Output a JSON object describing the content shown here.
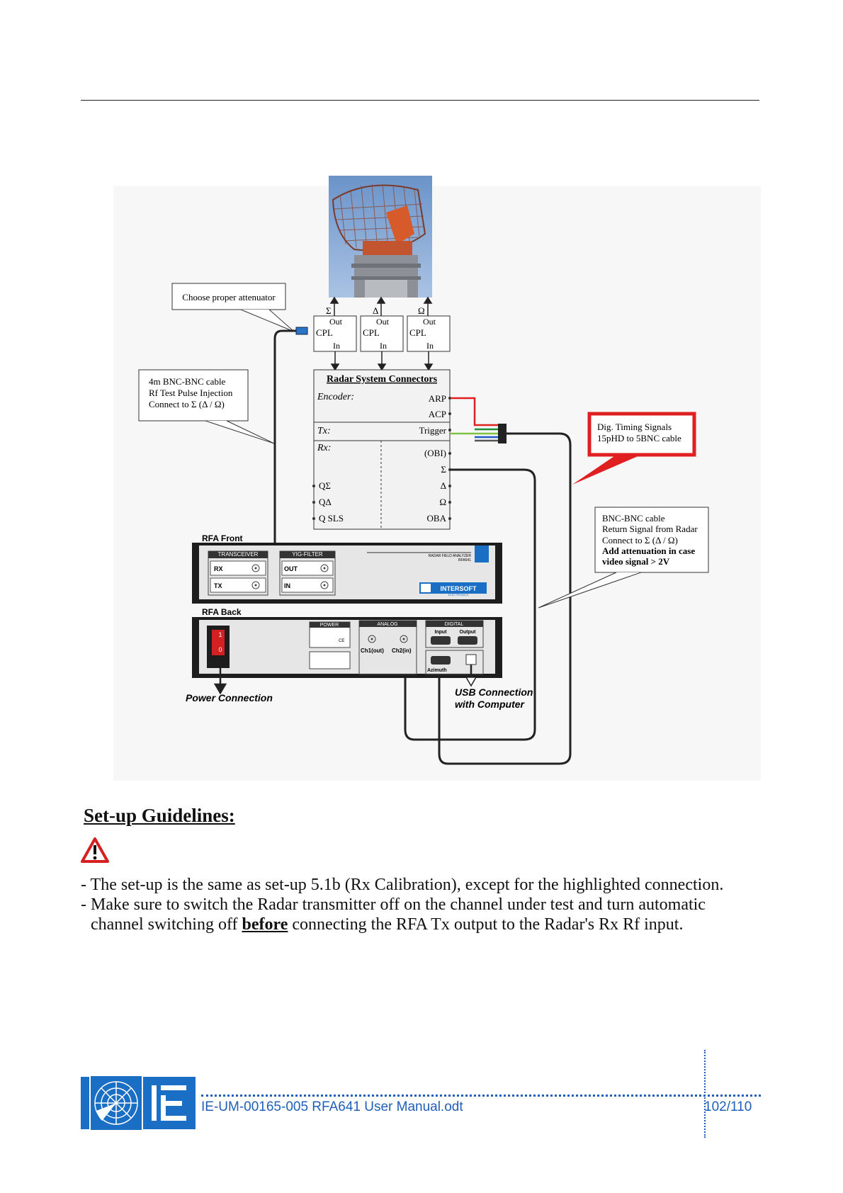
{
  "diagram": {
    "callouts": {
      "attenuator": "Choose proper attenuator",
      "bnc_cable": [
        "4m BNC-BNC cable",
        "Rf Test Pulse Injection",
        "Connect to Σ (Δ / Ω)"
      ],
      "dig_timing": [
        "Dig. Timing Signals",
        "15pHD to 5BNC cable"
      ],
      "return_signal": [
        "BNC-BNC cable",
        "Return Signal from Radar",
        "Connect to Σ (Δ / Ω)",
        "Add attenuation in case",
        "video signal > 2V"
      ]
    },
    "couplers": [
      {
        "symbol": "Σ",
        "out": "Out",
        "cpl": "CPL",
        "in": "In"
      },
      {
        "symbol": "Δ",
        "out": "Out",
        "cpl": "CPL",
        "in": "In"
      },
      {
        "symbol": "Ω",
        "out": "Out",
        "cpl": "CPL",
        "in": "In"
      }
    ],
    "radar_connectors": {
      "title": "Radar System Connectors",
      "encoder": "Encoder:",
      "arp": "ARP",
      "acp": "ACP",
      "tx": "Tx:",
      "trigger": "Trigger",
      "rx": "Rx:",
      "obi": "(OBI)",
      "sigma": "Σ",
      "delta": "Δ",
      "omega": "Ω",
      "q_sigma": "QΣ",
      "q_delta": "QΔ",
      "q_sls": "Q SLS",
      "oba": "OBA"
    },
    "rfa_front": {
      "label": "RFA Front",
      "transceiver": "TRANSCEIVER",
      "rx": "RX",
      "tx": "TX",
      "yig_filter": "YIG-FILTER",
      "out": "OUT",
      "in": "IN",
      "model": "RADAR FIELD ANALYZER",
      "model_code": "RFA641",
      "brand": "INTERSOFT",
      "brand_sub": "ELECTRONICS"
    },
    "rfa_back": {
      "label": "RFA Back",
      "power": "POWER",
      "ce": "CE",
      "analog": "ANALOG",
      "ch1": "Ch1(out)",
      "ch2": "Ch2(in)",
      "digital": "DIGITAL",
      "input": "Input",
      "output": "Output",
      "azimuth": "Azimuth",
      "switch_on": "1",
      "switch_off": "0"
    },
    "power_connection": "Power Connection",
    "usb_connection": [
      "USB Connection",
      "with Computer"
    ]
  },
  "guidelines": {
    "heading": "Set-up Guidelines:",
    "line1": "- The set-up is the same as set-up 5.1b (Rx Calibration), except for the highlighted connection.",
    "line2": "- Make sure to switch the Radar transmitter off on the channel under test and turn automatic",
    "line3_before": "channel switching off ",
    "line3_bold": "before",
    "line3_after": " connecting the RFA Tx output to the Radar's Rx Rf input."
  },
  "footer": {
    "doc_name": "IE-UM-00165-005 RFA641 User Manual.odt",
    "page": "102/110"
  },
  "colors": {
    "highlight_red": "#e02020",
    "footer_blue": "#1f5fb8",
    "logo_blue": "#1a6fc4"
  }
}
